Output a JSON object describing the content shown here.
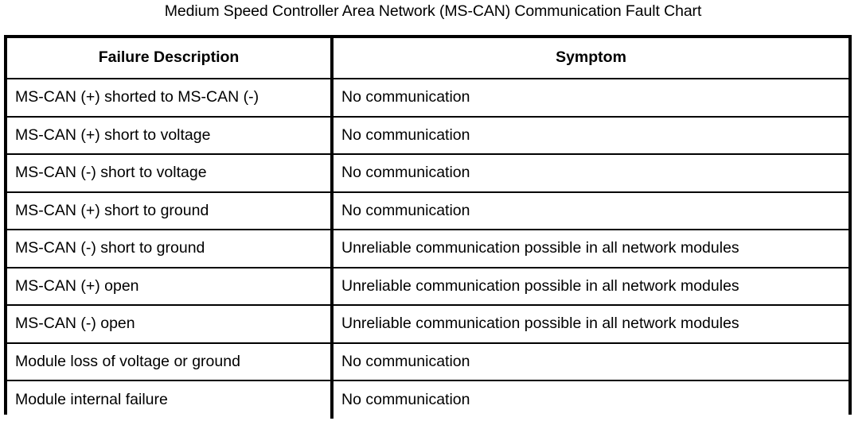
{
  "document": {
    "title": "Medium Speed Controller Area Network (MS-CAN) Communication Fault Chart"
  },
  "colors": {
    "background": "#ffffff",
    "text": "#000000",
    "border": "#000000"
  },
  "table": {
    "columns": [
      {
        "key": "failure_description",
        "header": "Failure Description"
      },
      {
        "key": "symptom",
        "header": "Symptom"
      }
    ],
    "rows": [
      {
        "failure_description": "MS-CAN (+) shorted to MS-CAN (-)",
        "symptom": "No communication"
      },
      {
        "failure_description": "MS-CAN (+) short to voltage",
        "symptom": "No communication"
      },
      {
        "failure_description": "MS-CAN (-) short to voltage",
        "symptom": "No communication"
      },
      {
        "failure_description": "MS-CAN (+) short to ground",
        "symptom": "No communication"
      },
      {
        "failure_description": "MS-CAN (-) short to ground",
        "symptom": "Unreliable communication possible in all network modules"
      },
      {
        "failure_description": "MS-CAN (+) open",
        "symptom": "Unreliable communication possible in all network modules"
      },
      {
        "failure_description": "MS-CAN (-) open",
        "symptom": "Unreliable communication possible in all network modules"
      },
      {
        "failure_description": "Module loss of voltage or ground",
        "symptom": "No communication"
      },
      {
        "failure_description": "Module internal failure",
        "symptom": "No communication"
      }
    ]
  }
}
